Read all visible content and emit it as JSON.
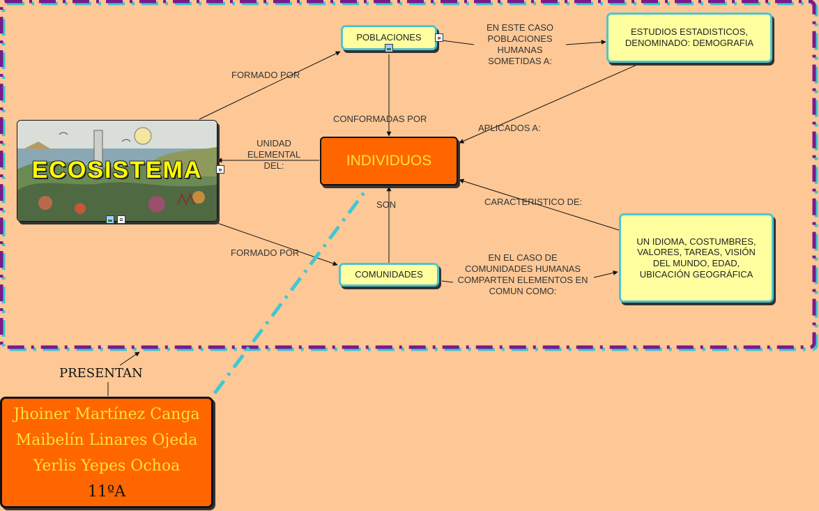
{
  "nodes": {
    "ecosistema": "ECOSISTEMA",
    "poblaciones": "POBLACIONES",
    "individuos": "INDIVIDUOS",
    "comunidades": "COMUNIDADES",
    "estudios": "ESTUDIOS ESTADISTICOS, DENOMINADO: DEMOGRAFIA",
    "caracteristicas": "UN IDIOMA, COSTUMBRES, VALORES, TAREAS, VISIÓN DEL MUNDO, EDAD, UBICACIÓN GEOGRÁFICA"
  },
  "links": {
    "formado_por_top": "FORMADO POR",
    "formado_por_bottom": "FORMADO POR",
    "conformadas_por": "CONFORMADAS POR",
    "son": "SON",
    "unidad_elemental": "UNIDAD ELEMENTAL DEL:",
    "en_este_caso": "EN ESTE CASO POBLACIONES HUMANAS SOMETIDAS A:",
    "aplicados_a": "APLICADOS A:",
    "caracteristico_de": "CARACTERISTICO DE:",
    "en_el_caso": "EN EL CASO DE COMUNIDADES HUMANAS COMPARTEN ELEMENTOS EN COMUN COMO:",
    "presentan": "PRESENTAN"
  },
  "authors": {
    "line1": "Jhoiner Martínez Canga",
    "line2": "Maibelín Linares Ojeda",
    "line3": "Yerlis Yepes Ochoa",
    "grade": "11ºA"
  },
  "colors": {
    "background": "#fdc896",
    "frame_purple": "#7a1a8c",
    "frame_cyan": "#3fc7d2",
    "node_yellow": "#ffffa0",
    "node_orange": "#ff6600",
    "node_text_yellow": "#ffe13a"
  }
}
